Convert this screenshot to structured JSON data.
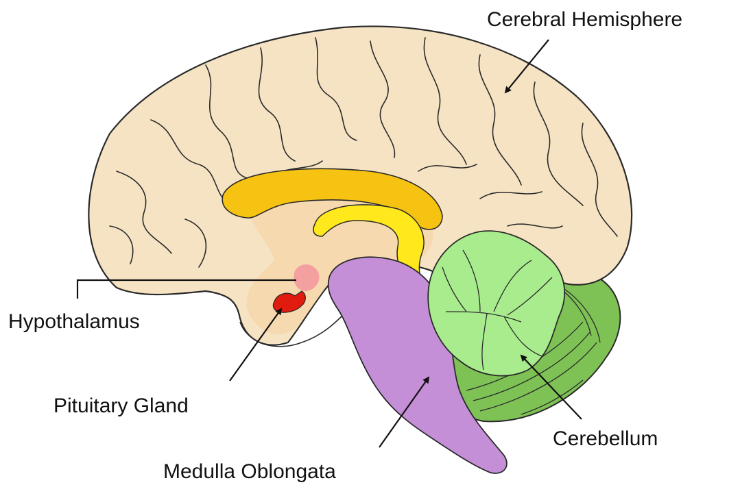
{
  "labels": {
    "cerebral_hemisphere": "Cerebral Hemisphere",
    "hypothalamus": "Hypothalamus",
    "pituitary_gland": "Pituitary Gland",
    "cerebellum": "Cerebellum",
    "medulla_oblongata": "Medulla Oblongata"
  },
  "colors": {
    "cerebrum": "#F5E3C3",
    "inner_area": "#F6D9AE",
    "corpus_callosum": "#F7C312",
    "fornix": "#FFE81C",
    "hypothalamus": "#F5A0A0",
    "pituitary": "#E11B0D",
    "brainstem": "#C58FD8",
    "cerebellum_outer": "#7EC256",
    "cerebellum_inner": "#A8EC8E",
    "outline": "#2a2a2a"
  }
}
